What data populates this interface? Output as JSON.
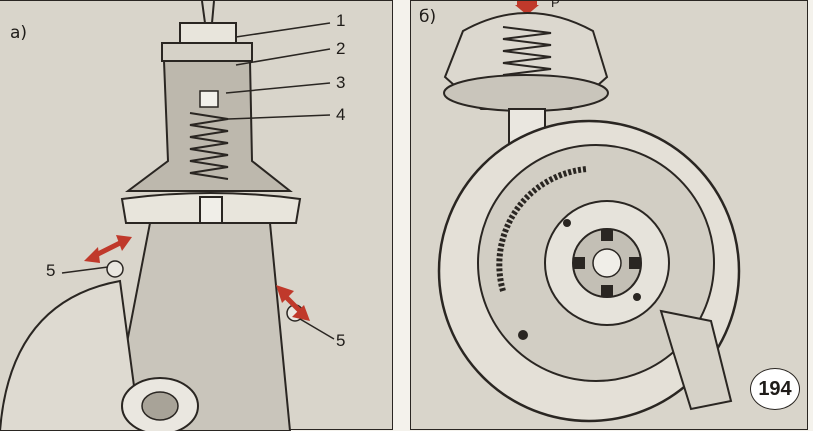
{
  "panels": [
    {
      "id": "a",
      "label": "а)"
    },
    {
      "id": "b",
      "label": "б)"
    }
  ],
  "callouts": {
    "c1": "1",
    "c2": "2",
    "c3": "3",
    "c4": "4",
    "c5_left": "5",
    "c5_right": "5"
  },
  "force_label": "P",
  "figure_number": "194",
  "colors": {
    "arrow_red": "#c0392b",
    "panel_bg": "#d9d5cb",
    "ink": "#2a2622"
  }
}
